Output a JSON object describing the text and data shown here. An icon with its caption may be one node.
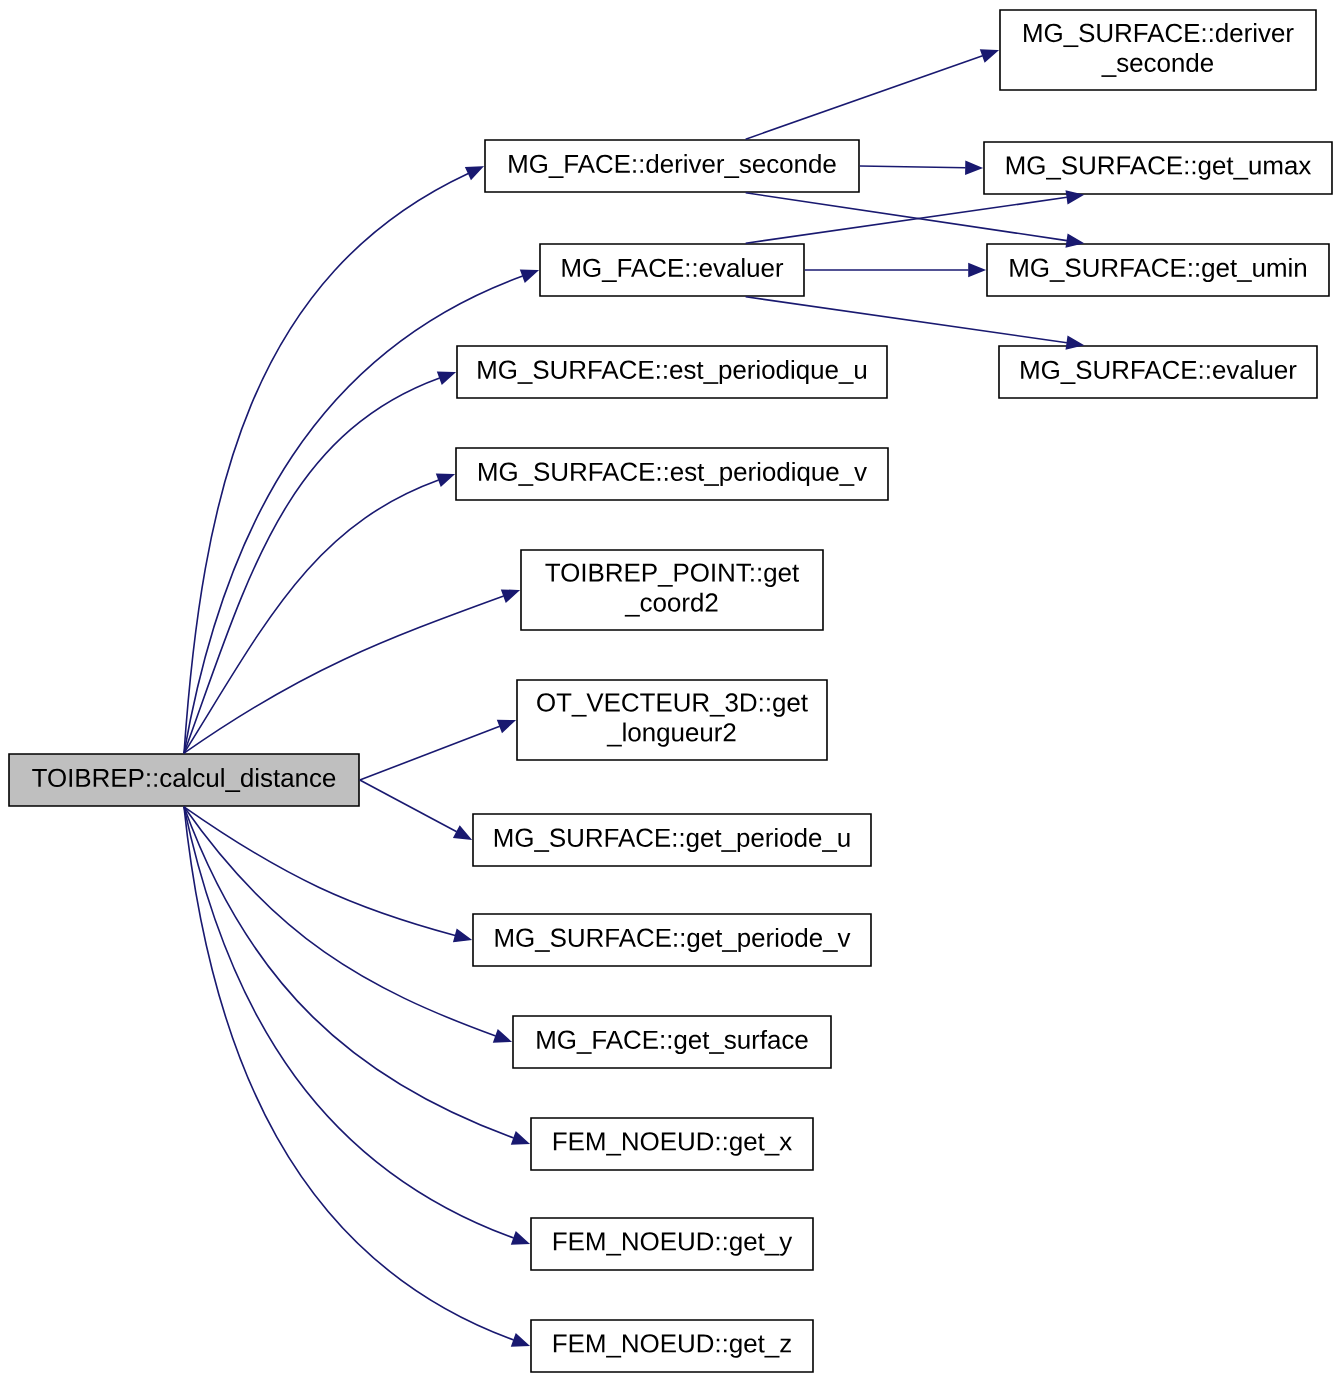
{
  "diagram": {
    "nodes": [
      {
        "text": [
          "TOIBREP::calcul_distance"
        ]
      },
      {
        "text": [
          "MG_FACE::deriver_seconde"
        ]
      },
      {
        "text": [
          "MG_SURFACE::deriver _seconde"
        ]
      },
      {
        "text": [
          "MG_SURFACE::get_umax"
        ]
      },
      {
        "text": [
          "MG_FACE::evaluer"
        ]
      },
      {
        "text": [
          "MG_SURFACE::get_umin"
        ]
      },
      {
        "text": [
          "MG_SURFACE::evaluer"
        ]
      },
      {
        "text": [
          "MG_SURFACE::est_periodique_u"
        ]
      },
      {
        "text": [
          "MG_SURFACE::est_periodique_v"
        ]
      },
      {
        "text": [
          "TOIBREP_POINT::get _coord2"
        ]
      },
      {
        "text": [
          "OT_VECTEUR_3D::get _longueur2"
        ]
      },
      {
        "text": [
          "MG_SURFACE::get_periode_u"
        ]
      },
      {
        "text": [
          "MG_SURFACE::get_periode_v"
        ]
      },
      {
        "text": [
          "MG_FACE::get_surface"
        ]
      },
      {
        "text": [
          "FEM_NOEUD::get_x"
        ]
      },
      {
        "text": [
          "FEM_NOEUD::get_y"
        ]
      },
      {
        "text": [
          "FEM_NOEUD::get_z"
        ]
      }
    ],
    "edges": [
      {
        "from": 0,
        "to": 1,
        "arrow": "to"
      },
      {
        "from": 0,
        "to": 4,
        "arrow": "to"
      },
      {
        "from": 0,
        "to": 7,
        "arrow": "to"
      },
      {
        "from": 0,
        "to": 8,
        "arrow": "to"
      },
      {
        "from": 0,
        "to": 9,
        "arrow": "to"
      },
      {
        "from": 0,
        "to": 10,
        "arrow": "to"
      },
      {
        "from": 0,
        "to": 11,
        "arrow": "to"
      },
      {
        "from": 0,
        "to": 12,
        "arrow": "to"
      },
      {
        "from": 0,
        "to": 13,
        "arrow": "to"
      },
      {
        "from": 0,
        "to": 14,
        "arrow": "to"
      },
      {
        "from": 0,
        "to": 15,
        "arrow": "to"
      },
      {
        "from": 0,
        "to": 16,
        "arrow": "to"
      },
      {
        "from": 1,
        "to": 2,
        "arrow": "to"
      },
      {
        "from": 1,
        "to": 3,
        "arrow": "to"
      },
      {
        "from": 1,
        "to": 5,
        "arrow": "to"
      },
      {
        "from": 4,
        "to": 3,
        "arrow": "to"
      },
      {
        "from": 4,
        "to": 5,
        "arrow": "to"
      },
      {
        "from": 4,
        "to": 6,
        "arrow": "to"
      }
    ]
  }
}
